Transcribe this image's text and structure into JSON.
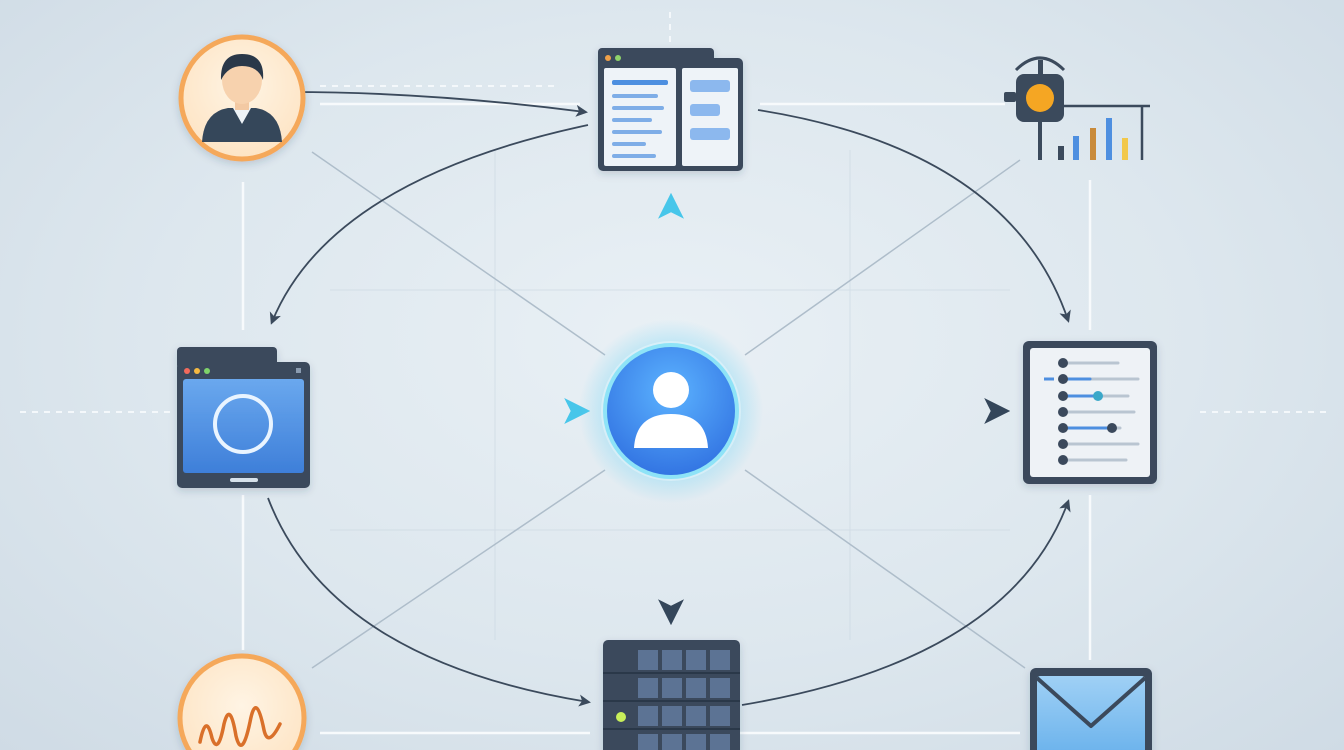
{
  "diagram": {
    "nodes": [
      {
        "id": "user-avatar",
        "icon": "user-avatar-icon"
      },
      {
        "id": "document-window",
        "icon": "document-window-icon"
      },
      {
        "id": "monitoring-sensor",
        "icon": "sensor-chart-icon"
      },
      {
        "id": "browser-window",
        "icon": "browser-window-icon"
      },
      {
        "id": "central-user-hub",
        "icon": "user-hub-icon"
      },
      {
        "id": "settings-list",
        "icon": "settings-list-icon"
      },
      {
        "id": "waveform",
        "icon": "waveform-icon"
      },
      {
        "id": "server-rack",
        "icon": "server-rack-icon"
      },
      {
        "id": "mail",
        "icon": "envelope-icon"
      }
    ],
    "edges": [
      {
        "from": "user-avatar",
        "to": "document-window"
      },
      {
        "from": "document-window",
        "to": "browser-window"
      },
      {
        "from": "document-window",
        "to": "settings-list"
      },
      {
        "from": "browser-window",
        "to": "central-user-hub"
      },
      {
        "from": "central-user-hub",
        "to": "document-window"
      },
      {
        "from": "central-user-hub",
        "to": "settings-list"
      },
      {
        "from": "central-user-hub",
        "to": "server-rack"
      },
      {
        "from": "browser-window",
        "to": "server-rack"
      },
      {
        "from": "server-rack",
        "to": "settings-list"
      }
    ],
    "colors": {
      "background": "#dde7ee",
      "hub": "#3a8ff0",
      "hub_glow": "#6fd4f5",
      "accent_orange": "#f5a85a",
      "dark": "#3b4a5c",
      "cyan_arrow": "#47c6ea",
      "window_blue": "#4e8fe0"
    }
  }
}
